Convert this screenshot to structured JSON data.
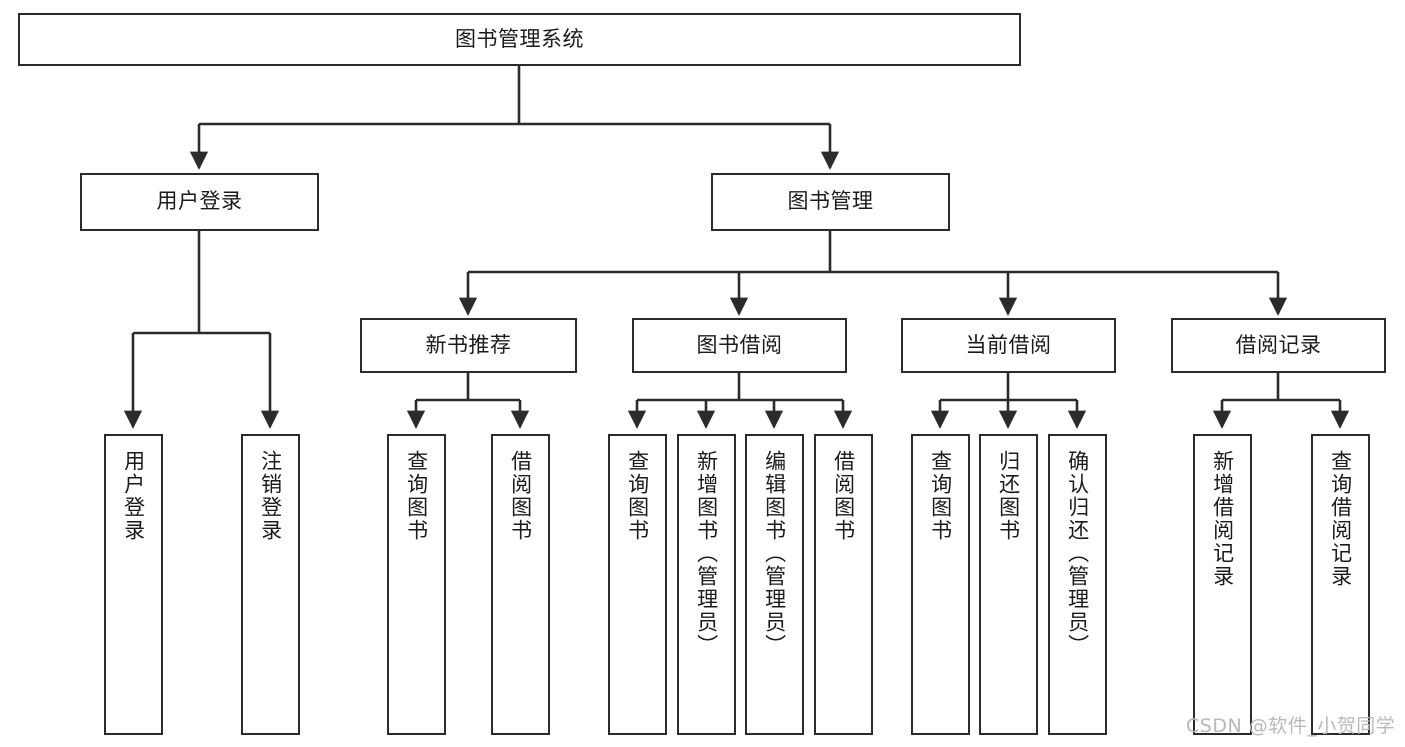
{
  "diagram": {
    "title": "图书管理系统",
    "type": "tree-hierarchy",
    "orientation": "top-down",
    "stroke_color": "#2b2b2b",
    "text_color": "#1b1b1b",
    "background_color": "#ffffff"
  },
  "nodes": {
    "root": {
      "label": "图书管理系统",
      "level": 0
    },
    "level1": [
      {
        "id": "user-login",
        "label": "用户登录"
      },
      {
        "id": "book-manage",
        "label": "图书管理"
      }
    ],
    "level2": [
      {
        "id": "new-book-recommend",
        "label": "新书推荐"
      },
      {
        "id": "book-borrow",
        "label": "图书借阅"
      },
      {
        "id": "current-borrow",
        "label": "当前借阅"
      },
      {
        "id": "borrow-record",
        "label": "借阅记录"
      }
    ],
    "leaves": {
      "user-login": [
        {
          "id": "leaf-user-login",
          "label": "用户登录"
        },
        {
          "id": "leaf-logout",
          "label": "注销登录"
        }
      ],
      "new-book-recommend": [
        {
          "id": "leaf-query-book-1",
          "label": "查询图书"
        },
        {
          "id": "leaf-borrow-book-1",
          "label": "借阅图书"
        }
      ],
      "book-borrow": [
        {
          "id": "leaf-query-book-2",
          "label": "查询图书"
        },
        {
          "id": "leaf-add-book",
          "label": "新增图书（管理员）"
        },
        {
          "id": "leaf-edit-book",
          "label": "编辑图书（管理员）"
        },
        {
          "id": "leaf-borrow-book-2",
          "label": "借阅图书"
        }
      ],
      "current-borrow": [
        {
          "id": "leaf-query-book-3",
          "label": "查询图书"
        },
        {
          "id": "leaf-return-book",
          "label": "归还图书"
        },
        {
          "id": "leaf-confirm-return",
          "label": "确认归还（管理员）"
        }
      ],
      "borrow-record": [
        {
          "id": "leaf-add-record",
          "label": "新增借阅记录"
        },
        {
          "id": "leaf-query-record",
          "label": "查询借阅记录"
        }
      ]
    }
  },
  "watermark": {
    "text": "CSDN @软件_小贺同学",
    "color": "#b9b9b9"
  }
}
